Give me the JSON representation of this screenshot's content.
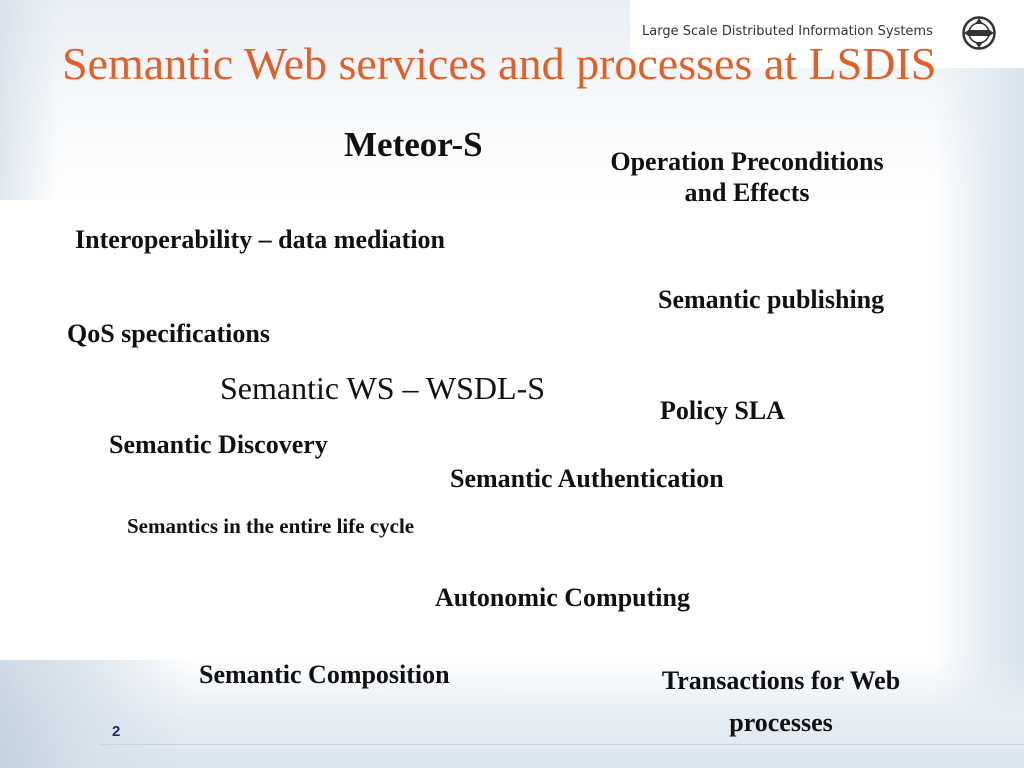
{
  "header": {
    "org_name": "Large Scale Distributed Information Systems",
    "logo_icon": "lsdis-logo-icon"
  },
  "slide": {
    "title": "Semantic Web services and processes at LSDIS",
    "items": {
      "meteor_s": "Meteor-S",
      "operation_preconditions_line1": "Operation Preconditions",
      "operation_preconditions_line2": "and Effects",
      "interoperability": "Interoperability – data mediation",
      "semantic_publishing": "Semantic publishing",
      "qos_specifications": "QoS specifications",
      "semantic_ws": "Semantic WS – WSDL-S",
      "policy_sla": "Policy SLA",
      "semantic_discovery": "Semantic Discovery",
      "semantic_authentication": "Semantic Authentication",
      "semantics_life_cycle": "Semantics in the entire life cycle",
      "autonomic_computing": "Autonomic Computing",
      "semantic_composition": "Semantic Composition",
      "transactions_line1": "Transactions for Web",
      "transactions_line2": "processes"
    }
  },
  "footer": {
    "page_number": "2"
  },
  "colors": {
    "title": "#e0602a",
    "text": "#111111",
    "page_number": "#1a2a6e"
  }
}
